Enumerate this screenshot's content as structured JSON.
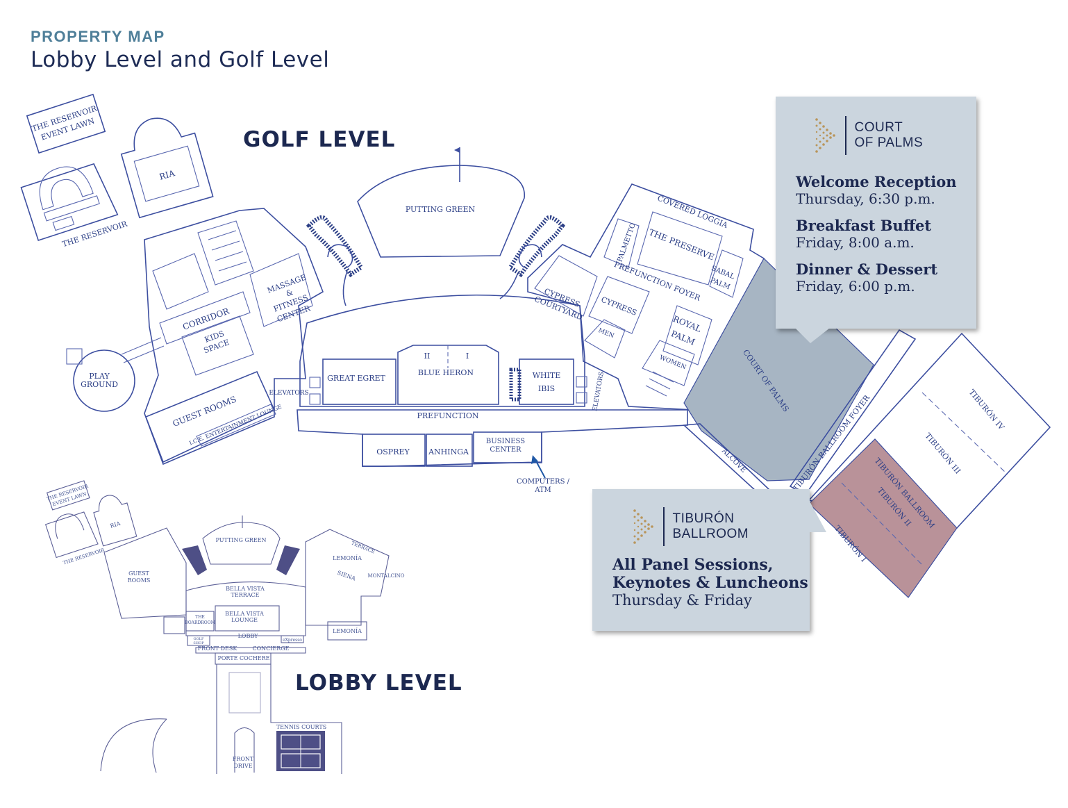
{
  "header": {
    "kicker": "PROPERTY MAP",
    "title": "Lobby Level and Golf Level"
  },
  "levels": {
    "golf": "GOLF LEVEL",
    "lobby": "LOBBY LEVEL"
  },
  "golf_rooms": {
    "reservoir_lawn_1": "THE RESERVOIR",
    "reservoir_lawn_2": "EVENT LAWN",
    "reservoir": "THE RESERVOIR",
    "ria": "RIA",
    "putting_green": "PUTTING GREEN",
    "massage_1": "MASSAGE",
    "massage_2": "&",
    "massage_3": "FITNESS",
    "massage_4": "CENTER",
    "corridor": "CORRIDOR",
    "kids_1": "KIDS",
    "kids_2": "SPACE",
    "play_1": "PLAY",
    "play_2": "GROUND",
    "guest_rooms": "GUEST ROOMS",
    "ice_lounge": "I.C.E. ENTERTAINMENT LOUNGE",
    "elevators_left": "ELEVATORS",
    "great_egret": "GREAT EGRET",
    "blue_heron": "BLUE HERON",
    "blue_heron_ii": "II",
    "blue_heron_i": "I",
    "white_ibis_1": "WHITE",
    "white_ibis_2": "IBIS",
    "elevators_right": "ELEVATORS",
    "prefunction": "PREFUNCTION",
    "osprey": "OSPREY",
    "anhinga": "ANHINGA",
    "business_1": "BUSINESS",
    "business_2": "CENTER",
    "computers_1": "COMPUTERS /",
    "computers_2": "ATM",
    "cypress_courtyard_1": "CYPRESS",
    "cypress_courtyard_2": "COURTYARD",
    "cypress": "CYPRESS",
    "men": "MEN",
    "women": "WOMEN",
    "covered_loggia": "COVERED LOGGIA",
    "palmetto": "PALMETTO",
    "the_preserve": "THE PRESERVE",
    "sabal_1": "SABAL",
    "sabal_2": "PALM",
    "prefunction_foyer": "PREFUNCTION FOYER",
    "royal_1": "ROYAL",
    "royal_2": "PALM",
    "court_of_palms": "COURT OF PALMS",
    "alcove": "ALCOVE",
    "tiburon_foyer": "TIBURÓN BALLROOM FOYER",
    "tiburon_iv": "TIBURÓN IV",
    "tiburon_iii": "TIBURÓN III",
    "tiburon_ballroom": "TIBURÓN BALLROOM",
    "tiburon_ii": "TIBURÓN II",
    "tiburon_i": "TIBURÓN I"
  },
  "lobby_rooms": {
    "reservoir_lawn_1": "THE RESERVOIR",
    "reservoir_lawn_2": "EVENT LAWN",
    "reservoir": "THE RESERVOIR",
    "ria": "RIA",
    "putting_green": "PUTTING GREEN",
    "guest_1": "GUEST",
    "guest_2": "ROOMS",
    "terrace": "TERRACE",
    "lemonia": "LEMONÍA",
    "siena": "SIENA",
    "montalcino": "MONTALCINO",
    "bella_terrace_1": "BELLA VISTA",
    "bella_terrace_2": "TERRACE",
    "bella_lounge_1": "BELLA VISTA",
    "bella_lounge_2": "LOUNGE",
    "boardroom_1": "THE",
    "boardroom_2": "BOARDROOM",
    "lobby": "LOBBY",
    "golf_shop_1": "GOLF",
    "golf_shop_2": "SHOP",
    "front_desk": "FRONT DESK",
    "concierge": "CONCIERGE",
    "express": "eXpresso",
    "lemonia_2": "LEMONÍA",
    "porte_cochere": "PORTE COCHERE",
    "tennis_courts": "TENNIS COURTS",
    "front_1": "FRONT",
    "front_2": "DRIVE"
  },
  "callouts": {
    "court": {
      "brand_line1": "COURT",
      "brand_line2": "OF PALMS",
      "events": [
        {
          "title": "Welcome Reception",
          "detail": "Thursday, 6:30 p.m."
        },
        {
          "title": "Breakfast Buffet",
          "detail": "Friday, 8:00 a.m."
        },
        {
          "title": "Dinner & Dessert",
          "detail": "Friday, 6:00 p.m."
        }
      ]
    },
    "tiburon": {
      "brand_line1": "TIBURÓN",
      "brand_line2": "BALLROOM",
      "title_line1": "All Panel Sessions,",
      "title_line2": "Keynotes & Luncheons",
      "detail": "Thursday & Friday"
    }
  },
  "colors": {
    "kicker": "#4f7f99",
    "navy": "#1c2850",
    "court_fill": "#a7b5c3",
    "tiburon_fill": "#b99299",
    "callout_bg": "#cbd5de",
    "gold": "#b9955a"
  }
}
